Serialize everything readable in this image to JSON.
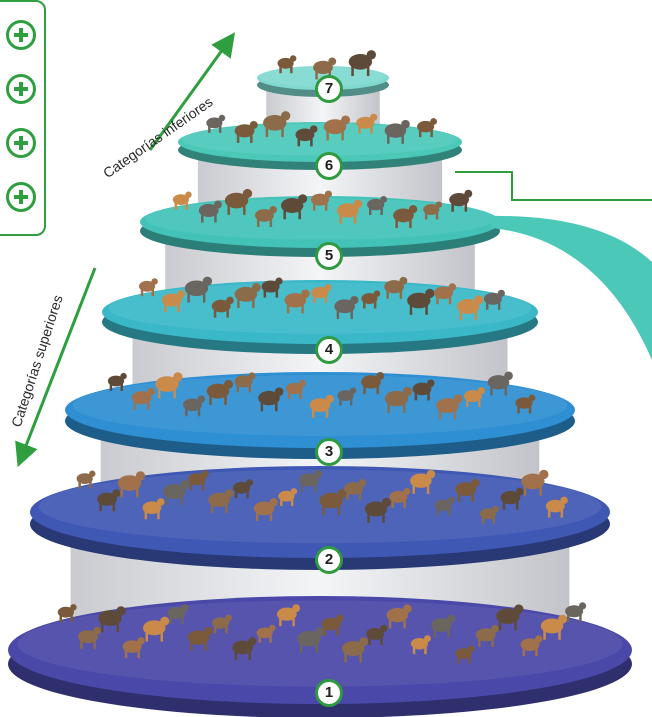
{
  "labels": {
    "lower_categories": "Categorías inferiores",
    "upper_categories": "Categorías superiores"
  },
  "levels": [
    {
      "number": "1",
      "color": "#4a48a8",
      "animal_count": 24
    },
    {
      "number": "2",
      "color": "#3f58b4",
      "animal_count": 22
    },
    {
      "number": "3",
      "color": "#2e8fd2",
      "animal_count": 17
    },
    {
      "number": "4",
      "color": "#3ab8c8",
      "animal_count": 15
    },
    {
      "number": "5",
      "color": "#43c2b8",
      "animal_count": 11
    },
    {
      "number": "6",
      "color": "#4cc8b8",
      "animal_count": 8
    },
    {
      "number": "7",
      "color": "#7fd9cf",
      "animal_count": 3
    }
  ],
  "accent": "#2e9e3e",
  "plus_buttons": [
    "plus-icon",
    "plus-icon",
    "plus-icon",
    "plus-icon"
  ]
}
